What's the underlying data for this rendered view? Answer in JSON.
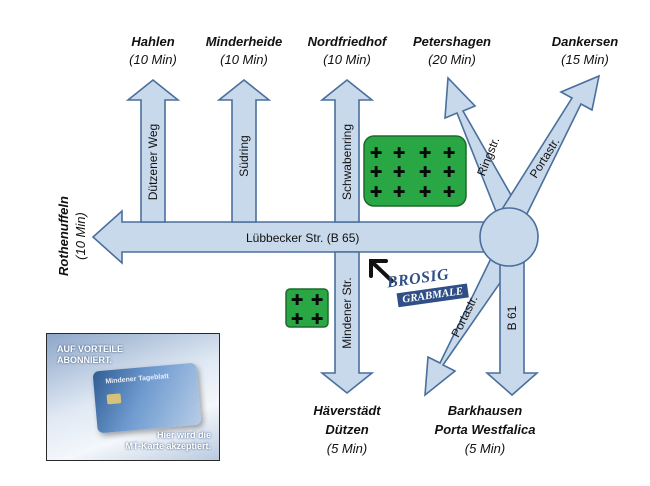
{
  "roads": {
    "main": "Lübbecker Str. (B 65)",
    "duetzener_weg": "Dützener Weg",
    "suedring": "Südring",
    "schwabenring": "Schwabenring",
    "mindener_str": "Mindener Str.",
    "ringstr": "Ringstr.",
    "portastr_upper": "Portastr.",
    "portastr_lower": "Portastr.",
    "b61": "B 61"
  },
  "destinations": {
    "hahlen": {
      "name": "Hahlen",
      "time": "(10 Min)"
    },
    "minderheide": {
      "name": "Minderheide",
      "time": "(10 Min)"
    },
    "nordfriedhof": {
      "name": "Nordfriedhof",
      "time": "(10 Min)"
    },
    "petershagen": {
      "name": "Petershagen",
      "time": "(20 Min)"
    },
    "dankersen": {
      "name": "Dankersen",
      "time": "(15 Min)"
    },
    "rothenuffeln": {
      "name": "Rothenuffeln",
      "time": "(10 Min)"
    },
    "haeverstaedt": {
      "line1": "Häverstädt",
      "line2": "Dützen",
      "time": "(5 Min)"
    },
    "barkhausen": {
      "line1": "Barkhausen",
      "line2": "Porta Westfalica",
      "time": "(5 Min)"
    }
  },
  "cemetery_symbol": "✚",
  "logo": {
    "line1": "BROSIG",
    "line2": "GRABMALE"
  },
  "promo": {
    "headline_1": "AUF VORTEILE",
    "headline_2": "ABONNIERT.",
    "card_brand": "Mindener Tageblatt",
    "footer_1": "Hier wird die",
    "footer_2": "MT-Karte akzeptiert."
  },
  "colors": {
    "road_fill": "#c9d9ec",
    "road_stroke": "#4a6f9c",
    "cemetery": "#29a745"
  }
}
